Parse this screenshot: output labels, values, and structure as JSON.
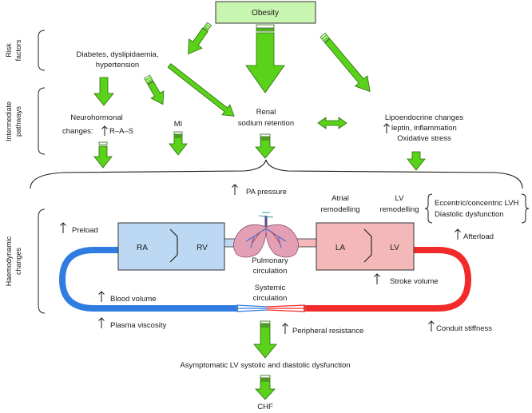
{
  "colors": {
    "arrow_green": "#5ad21a",
    "arrow_stroke": "#2a6a0a",
    "obesity_box": "#c8f5b0",
    "right_heart": "#bcd8f2",
    "left_heart": "#f5b8b8",
    "venous_blue": "#2f7de0",
    "arterial_red": "#f22a2a"
  },
  "icons": {
    "lungs": "lungs-illustration",
    "up_arrow": "up-arrow-icon"
  },
  "side_labels": {
    "risk_factors_1": "Risk",
    "risk_factors_2": "factors",
    "intermediate_1": "Intermediate",
    "intermediate_2": "pathways",
    "haemodynamic_1": "Haemodynamic",
    "haemodynamic_2": "changes"
  },
  "top": {
    "obesity": "Obesity"
  },
  "risk": {
    "line1": "Diabetes, dyslipidaemia,",
    "line2": "hypertension"
  },
  "pathways": {
    "neuro_line1": "Neurohormonal",
    "neuro_line2": "changes:",
    "neuro_ras": "R–A–S",
    "mi": "MI",
    "renal_line1": "Renal",
    "renal_line2": "sodium retention",
    "lipo_line1": "Lipoendocrine changes",
    "lipo_line2": "leptin, inflammation",
    "lipo_line3": "Oxidative stress"
  },
  "haemo": {
    "pa_pressure": "PA pressure",
    "atrial_1": "Atrial",
    "atrial_2": "remodelling",
    "lv_1": "LV",
    "lv_2": "remodelling",
    "lvh_1": "Eccentric/concentric LVH",
    "lvh_2": "Diastolic dysfunction",
    "preload": "Preload",
    "afterload": "Afterload",
    "ra": "RA",
    "rv": "RV",
    "la": "LA",
    "lv": "LV",
    "pulm_1": "Pulmonary",
    "pulm_2": "circulation",
    "stroke_volume": "Stroke volume",
    "systemic_1": "Systemic",
    "systemic_2": "circulation",
    "blood_volume": "Blood volume",
    "plasma_viscosity": "Plasma viscosity",
    "peripheral_resistance": "Peripheral resistance",
    "conduit_stiffness": "Conduit stiffness"
  },
  "outcomes": {
    "asymptomatic": "Asymptomatic LV systolic and diastolic dysfunction",
    "chf": "CHF"
  }
}
